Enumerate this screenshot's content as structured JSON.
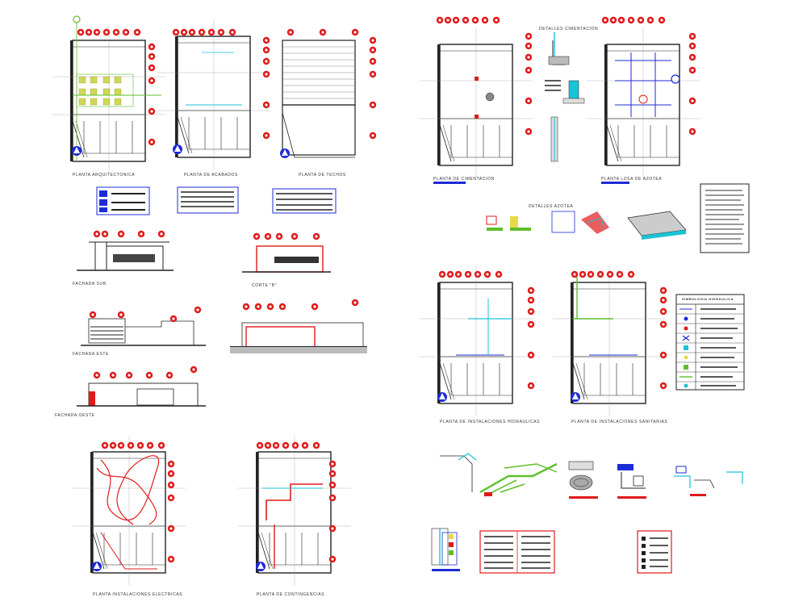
{
  "sheet": {
    "titles": {
      "arquitectonica": "PLANTA ARQUITECTONICA",
      "acabados": "PLANTA DE ACABADOS",
      "techos": "PLANTA DE TECHOS",
      "fachada_sur": "FACHADA SUR",
      "corte_b": "CORTE \"B\"",
      "fachada_este": "FACHADA ESTE",
      "fachada_oeste": "FACHADA OESTE",
      "electricas": "PLANTA INSTALACIONES ELECTRICAS",
      "contingencias": "PLANTA DE CONTINGENCIAS",
      "cimentacion": "PLANTA DE CIMENTACION",
      "losa_azotea": "PLANTA LOSA DE AZOTEA",
      "detalles_cimentacion": "DETALLES CIMENTACION",
      "detalles_azotea": "DETALLES AZOTEA",
      "hidraulicas": "PLANTA DE INSTALACIONES HIDRAULICAS",
      "sanitarias": "PLANTA DE INSTALACIONES SANITARIAS",
      "simbologia_hidraulica": "SIMBOLOGIA HIDRAULICA"
    },
    "colors": {
      "line": "#222222",
      "red": "#e01b1b",
      "blue": "#1d2bd6",
      "cyan": "#19c3d6",
      "green": "#5fbf2a",
      "yellow": "#e7d94a",
      "magenta": "#d01bb0"
    }
  }
}
